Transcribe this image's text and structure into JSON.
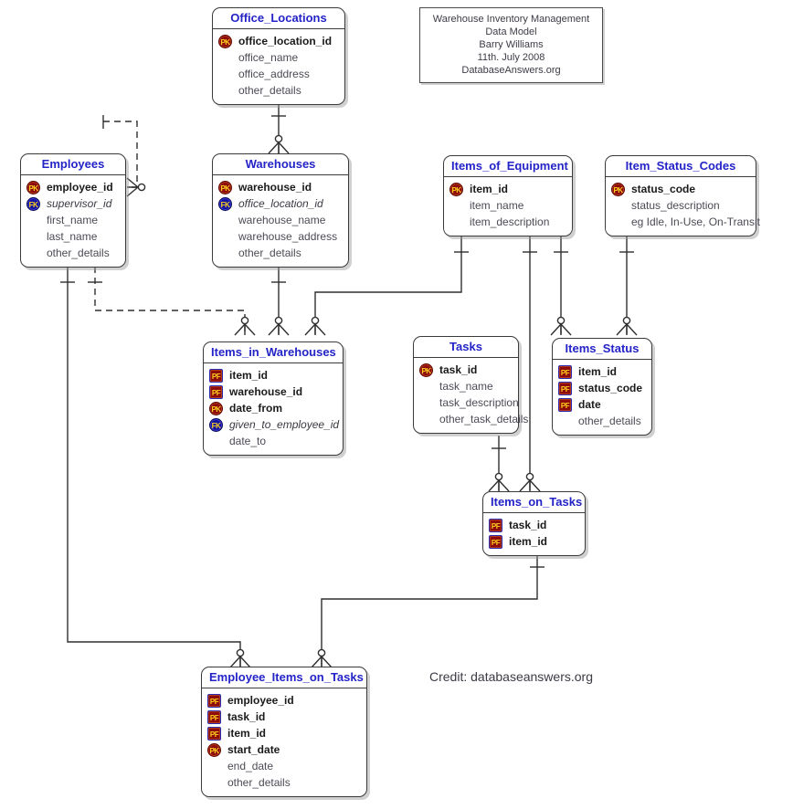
{
  "diagram": {
    "title_note": {
      "lines": [
        "Warehouse Inventory Management",
        "Data Model",
        "Barry Williams",
        "11th. July 2008",
        "DatabaseAnswers.org"
      ]
    },
    "credit": "Credit: databaseanswers.org",
    "colors": {
      "entity_title": "#2323c8",
      "attribute_text": "#4b4b55",
      "pk_badge": "#8e0b0b",
      "fk_badge": "#1414a0",
      "badge_text": "#ffd21e",
      "line": "#2f2f2f",
      "background": "#ffffff"
    },
    "entities": [
      {
        "id": "office_locations",
        "name": "Office_Locations",
        "attributes": [
          {
            "key": "PK",
            "name": "office_location_id"
          },
          {
            "key": "",
            "name": "office_name"
          },
          {
            "key": "",
            "name": "office_address"
          },
          {
            "key": "",
            "name": "other_details"
          }
        ]
      },
      {
        "id": "employees",
        "name": "Employees",
        "attributes": [
          {
            "key": "PK",
            "name": "employee_id"
          },
          {
            "key": "FK",
            "name": "supervisor_id"
          },
          {
            "key": "",
            "name": "first_name"
          },
          {
            "key": "",
            "name": "last_name"
          },
          {
            "key": "",
            "name": "other_details"
          }
        ]
      },
      {
        "id": "warehouses",
        "name": "Warehouses",
        "attributes": [
          {
            "key": "PK",
            "name": "warehouse_id"
          },
          {
            "key": "FK",
            "name": "office_location_id"
          },
          {
            "key": "",
            "name": "warehouse_name"
          },
          {
            "key": "",
            "name": "warehouse_address"
          },
          {
            "key": "",
            "name": "other_details"
          }
        ]
      },
      {
        "id": "items_of_equipment",
        "name": "Items_of_Equipment",
        "attributes": [
          {
            "key": "PK",
            "name": "item_id"
          },
          {
            "key": "",
            "name": "item_name"
          },
          {
            "key": "",
            "name": "item_description"
          }
        ]
      },
      {
        "id": "item_status_codes",
        "name": "Item_Status_Codes",
        "attributes": [
          {
            "key": "PK",
            "name": "status_code"
          },
          {
            "key": "",
            "name": "status_description"
          },
          {
            "key": "",
            "name": "eg Idle, In-Use, On-Transit"
          }
        ]
      },
      {
        "id": "items_in_warehouses",
        "name": "Items_in_Warehouses",
        "attributes": [
          {
            "key": "PF",
            "name": "item_id"
          },
          {
            "key": "PF",
            "name": "warehouse_id"
          },
          {
            "key": "PK",
            "name": "date_from"
          },
          {
            "key": "FK",
            "name": "given_to_employee_id"
          },
          {
            "key": "",
            "name": "date_to"
          }
        ]
      },
      {
        "id": "tasks",
        "name": "Tasks",
        "attributes": [
          {
            "key": "PK",
            "name": "task_id"
          },
          {
            "key": "",
            "name": "task_name"
          },
          {
            "key": "",
            "name": "task_description"
          },
          {
            "key": "",
            "name": "other_task_details"
          }
        ]
      },
      {
        "id": "items_status",
        "name": "Items_Status",
        "attributes": [
          {
            "key": "PF",
            "name": "item_id"
          },
          {
            "key": "PF",
            "name": "status_code"
          },
          {
            "key": "PF",
            "name": "date"
          },
          {
            "key": "",
            "name": "other_details"
          }
        ]
      },
      {
        "id": "items_on_tasks",
        "name": "Items_on_Tasks",
        "attributes": [
          {
            "key": "PF",
            "name": "task_id"
          },
          {
            "key": "PF",
            "name": "item_id"
          }
        ]
      },
      {
        "id": "employee_items_on_tasks",
        "name": "Employee_Items_on_Tasks",
        "attributes": [
          {
            "key": "PF",
            "name": "employee_id"
          },
          {
            "key": "PF",
            "name": "task_id"
          },
          {
            "key": "PF",
            "name": "item_id"
          },
          {
            "key": "PK",
            "name": "start_date"
          },
          {
            "key": "",
            "name": "end_date"
          },
          {
            "key": "",
            "name": "other_details"
          }
        ]
      }
    ],
    "relationships": [
      {
        "from": "office_locations",
        "to": "warehouses",
        "style": "solid",
        "cardinality": "one-to-zero-or-many"
      },
      {
        "from": "employees",
        "to": "employees",
        "style": "dashed",
        "cardinality": "one-to-zero-or-many"
      },
      {
        "from": "employees",
        "to": "items_in_warehouses",
        "style": "dashed",
        "cardinality": "one-to-zero-or-many"
      },
      {
        "from": "warehouses",
        "to": "items_in_warehouses",
        "style": "solid",
        "cardinality": "one-to-zero-or-many"
      },
      {
        "from": "items_of_equipment",
        "to": "items_in_warehouses",
        "style": "solid",
        "cardinality": "one-to-zero-or-many"
      },
      {
        "from": "items_of_equipment",
        "to": "items_status",
        "style": "solid",
        "cardinality": "one-to-zero-or-many"
      },
      {
        "from": "items_of_equipment",
        "to": "items_on_tasks",
        "style": "solid",
        "cardinality": "one-to-zero-or-many"
      },
      {
        "from": "item_status_codes",
        "to": "items_status",
        "style": "solid",
        "cardinality": "one-to-zero-or-many"
      },
      {
        "from": "tasks",
        "to": "items_on_tasks",
        "style": "solid",
        "cardinality": "one-to-zero-or-many"
      },
      {
        "from": "items_on_tasks",
        "to": "employee_items_on_tasks",
        "style": "solid",
        "cardinality": "one-to-zero-or-many"
      },
      {
        "from": "employees",
        "to": "employee_items_on_tasks",
        "style": "solid",
        "cardinality": "one-to-zero-or-many"
      }
    ]
  }
}
